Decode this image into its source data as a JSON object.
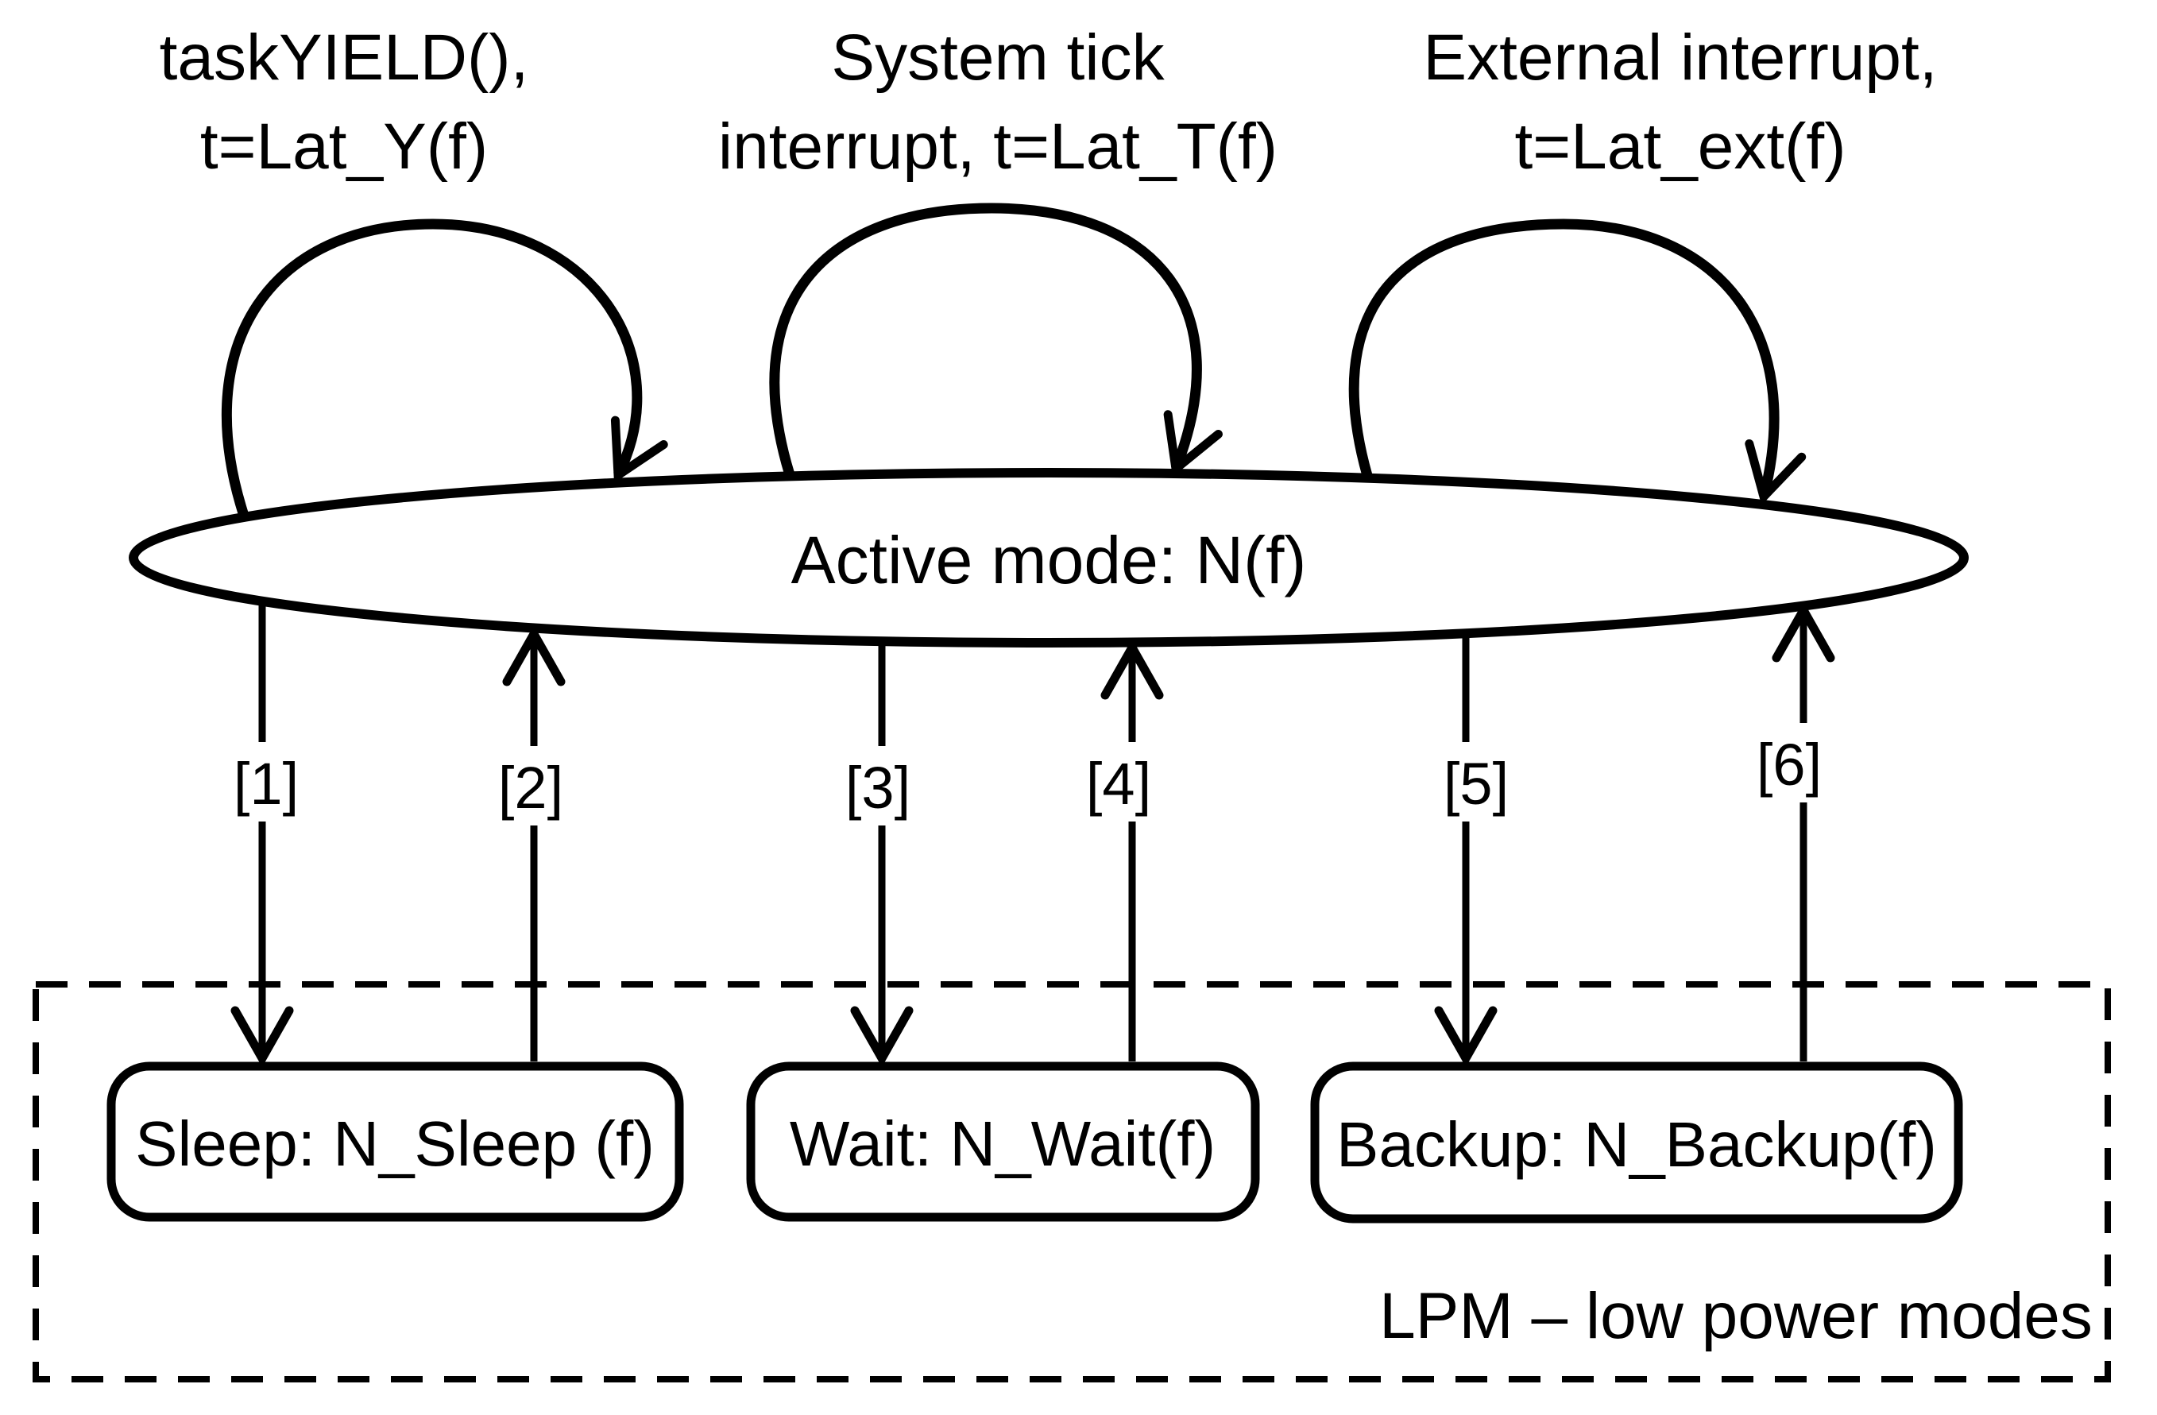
{
  "diagram": {
    "active_state": {
      "label": "Active mode: N(f)"
    },
    "self_loops": [
      {
        "name": "taskYIELD",
        "label_line1": "taskYIELD(),",
        "label_line2": "t=Lat_Y(f)"
      },
      {
        "name": "system-tick",
        "label_line1": "System tick",
        "label_line2": "interrupt, t=Lat_T(f)"
      },
      {
        "name": "external-interrupt",
        "label_line1": "External interrupt,",
        "label_line2": "t=Lat_ext(f)"
      }
    ],
    "transitions": [
      {
        "label": "[1]"
      },
      {
        "label": "[2]"
      },
      {
        "label": "[3]"
      },
      {
        "label": "[4]"
      },
      {
        "label": "[5]"
      },
      {
        "label": "[6]"
      }
    ],
    "lpm_states": [
      {
        "label": "Sleep: N_Sleep (f)"
      },
      {
        "label": "Wait: N_Wait(f)"
      },
      {
        "label": "Backup: N_Backup(f)"
      }
    ],
    "lpm_group_label": "LPM – low power modes",
    "colors": {
      "stroke": "#000000",
      "background": "#ffffff"
    }
  }
}
